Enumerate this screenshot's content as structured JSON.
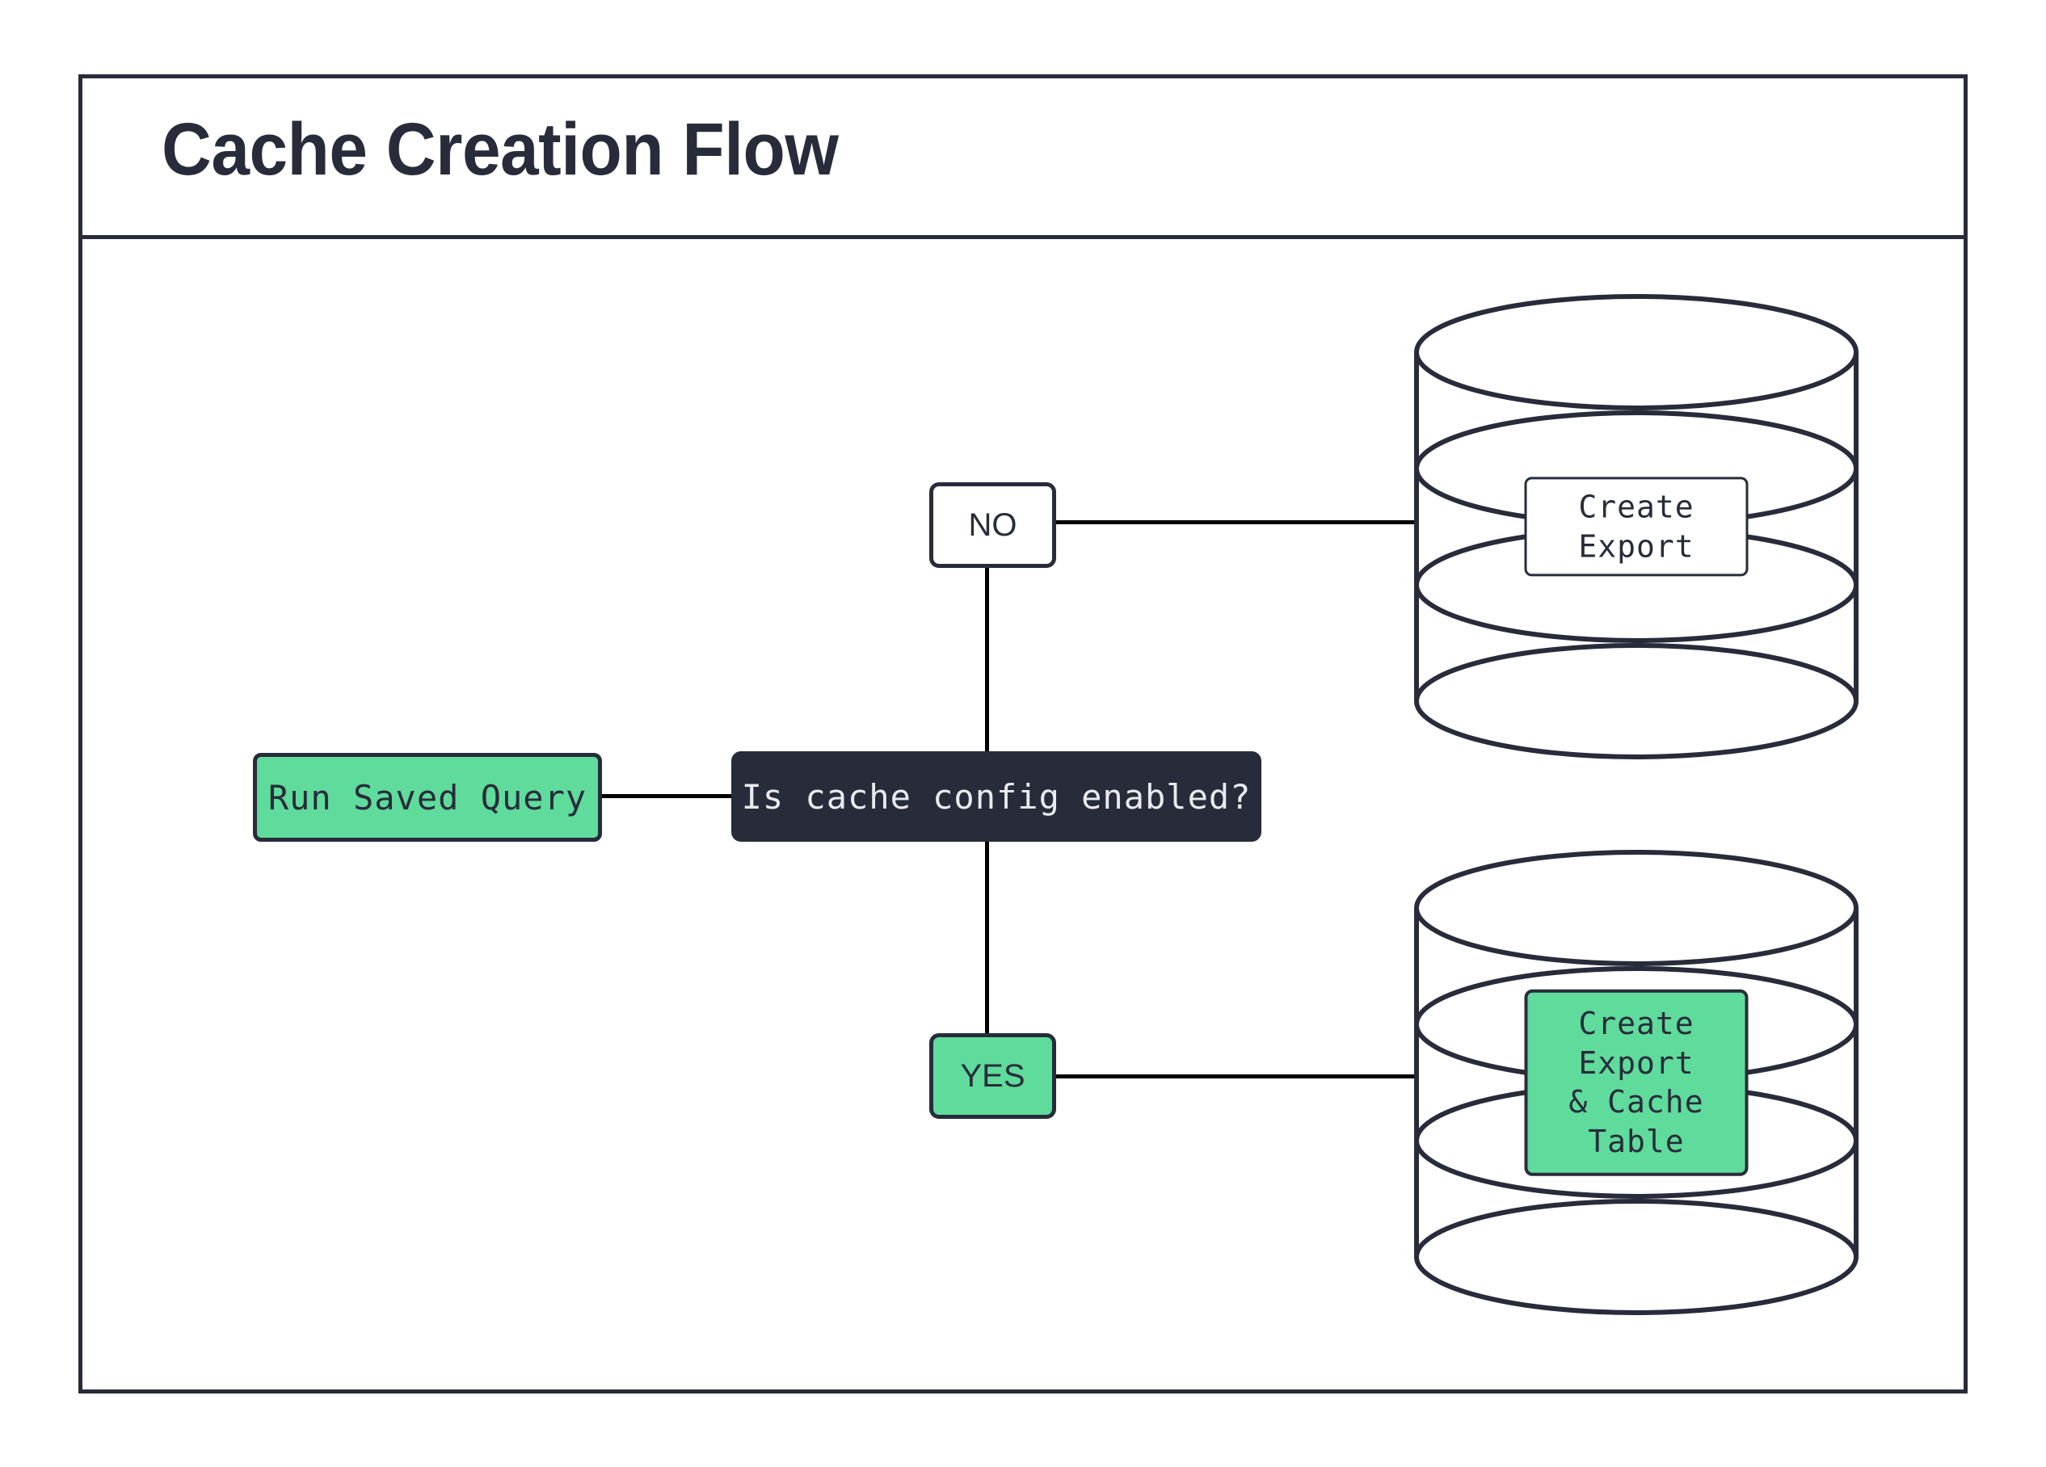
{
  "diagram": {
    "title": "Cache Creation Flow",
    "colors": {
      "accent_green": "#5fdb9c",
      "dark_navy": "#282c3a",
      "canvas": "#ffffff",
      "edge": "#000000"
    },
    "nodes": {
      "start": {
        "label": "Run Saved Query",
        "shape": "rounded-rect",
        "fill": "green"
      },
      "decision": {
        "label": "Is cache config enabled?",
        "shape": "rounded-rect",
        "fill": "dark"
      },
      "branch_no": {
        "label": "NO",
        "shape": "rounded-rect",
        "fill": "white"
      },
      "branch_yes": {
        "label": "YES",
        "shape": "rounded-rect",
        "fill": "green"
      },
      "db_no": {
        "label": "Create Export",
        "shape": "database-cylinder",
        "fill": "white"
      },
      "db_yes": {
        "label": "Create Export\n& Cache Table",
        "shape": "database-cylinder",
        "fill": "green"
      }
    },
    "edges": [
      {
        "from": "start",
        "to": "decision",
        "label": ""
      },
      {
        "from": "decision",
        "to": "branch_no",
        "label": ""
      },
      {
        "from": "decision",
        "to": "branch_yes",
        "label": ""
      },
      {
        "from": "branch_no",
        "to": "db_no",
        "label": ""
      },
      {
        "from": "branch_yes",
        "to": "db_yes",
        "label": ""
      }
    ]
  }
}
